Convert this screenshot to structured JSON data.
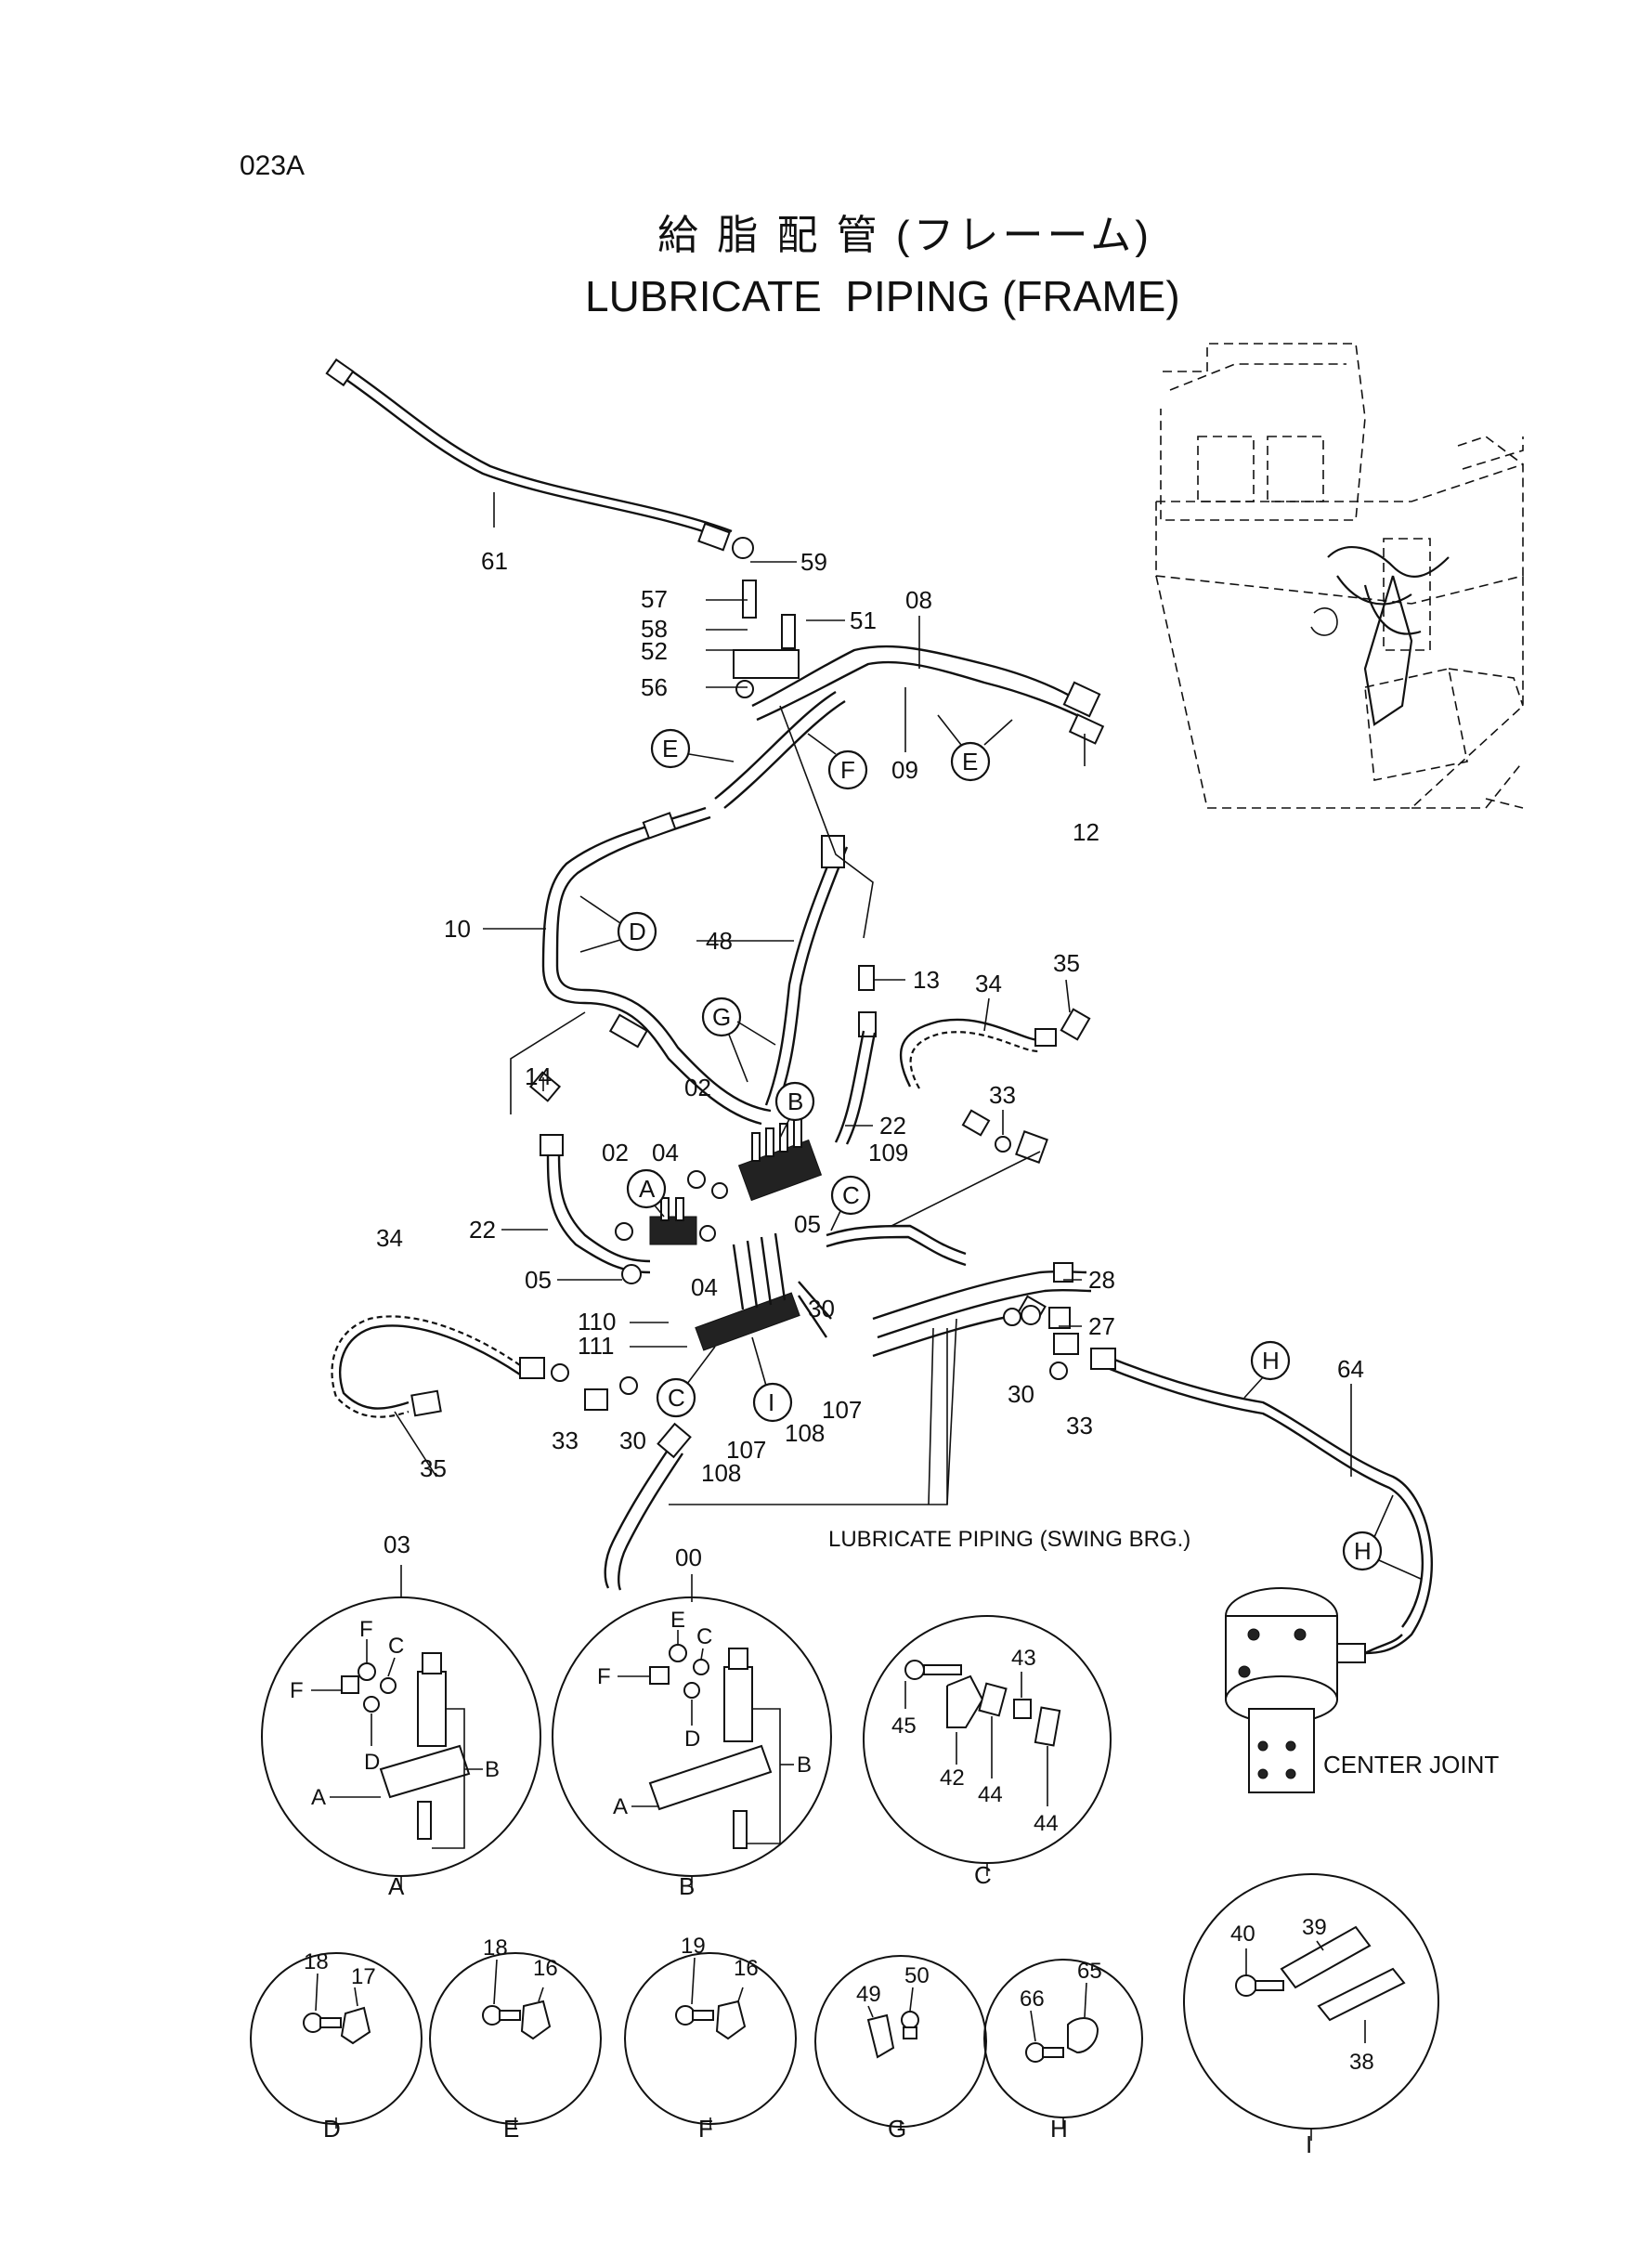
{
  "page_code": "023A",
  "title_jp": "給 脂 配 管 (フレーーム)",
  "title_en": "LUBRICATE  PIPING (FRAME)",
  "notes": {
    "swing": "LUBRICATE PIPING (SWING BRG.)",
    "center_joint": "CENTER JOINT"
  },
  "callouts": {
    "E1": "E",
    "F1": "F",
    "E2": "E",
    "D1": "D",
    "G1": "G",
    "B1": "B",
    "A1": "A",
    "C1": "C",
    "C2": "C",
    "I1": "I",
    "H1": "H",
    "H2": "H"
  },
  "parts": {
    "p61": "61",
    "p59": "59",
    "p57": "57",
    "p58": "58",
    "p52": "52",
    "p56": "56",
    "p51": "51",
    "p08": "08",
    "p09": "09",
    "p12": "12",
    "p10": "10",
    "p48": "48",
    "p13": "13",
    "p34a": "34",
    "p35a": "35",
    "p33a": "33",
    "p14": "14",
    "p02a": "02",
    "p02b": "02",
    "p04a": "04",
    "p04b": "04",
    "p22a": "22",
    "p22b": "22",
    "p05a": "05",
    "p05b": "05",
    "p109": "109",
    "p28": "28",
    "p27": "27",
    "p30a": "30",
    "p30b": "30",
    "p30c": "30",
    "p33b": "33",
    "p33c": "33",
    "p110": "110",
    "p111": "111",
    "p107a": "107",
    "p107b": "107",
    "p108a": "108",
    "p108b": "108",
    "p34b": "34",
    "p35b": "35",
    "p64": "64",
    "p03": "03",
    "p00": "00"
  },
  "details": {
    "A": {
      "caption": "A",
      "labels": [
        "F",
        "C",
        "F",
        "D",
        "A",
        "B"
      ]
    },
    "B": {
      "caption": "B",
      "labels": [
        "E",
        "C",
        "F",
        "D",
        "A",
        "B"
      ]
    },
    "C": {
      "caption": "C",
      "labels": [
        "45",
        "43",
        "42",
        "44",
        "44"
      ]
    },
    "D": {
      "caption": "D",
      "labels": [
        "18",
        "17"
      ]
    },
    "E": {
      "caption": "E",
      "labels": [
        "18",
        "16"
      ]
    },
    "F": {
      "caption": "F",
      "labels": [
        "19",
        "16"
      ]
    },
    "G": {
      "caption": "G",
      "labels": [
        "49",
        "50"
      ]
    },
    "H": {
      "caption": "H",
      "labels": [
        "66",
        "65"
      ]
    },
    "I": {
      "caption": "I",
      "labels": [
        "40",
        "39",
        "38"
      ]
    }
  }
}
